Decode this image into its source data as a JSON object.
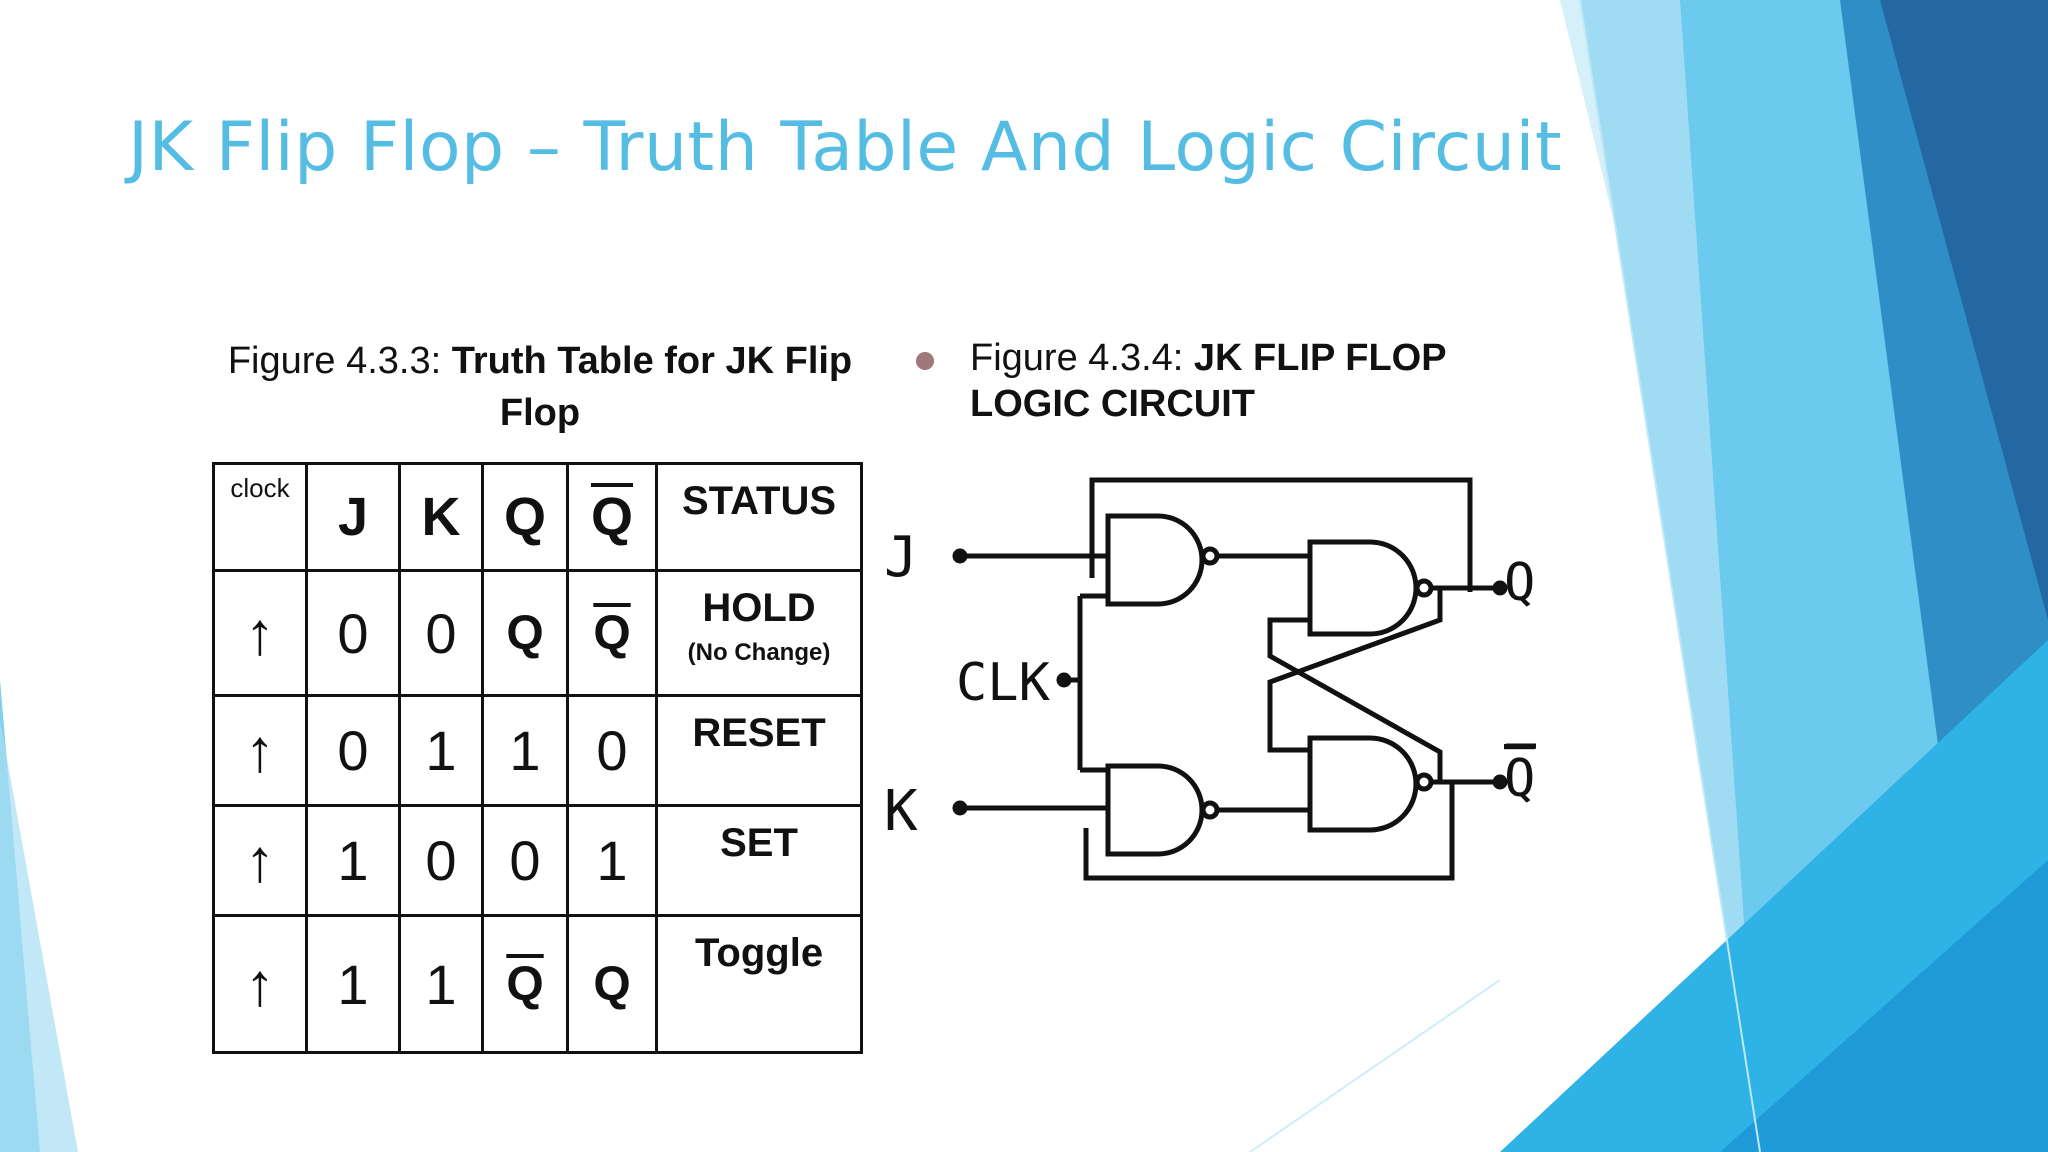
{
  "slide": {
    "title": "JK Flip Flop – Truth Table And Logic Circuit",
    "accent_color": "#55bde3"
  },
  "figure1": {
    "caption_prefix": "Figure 4.3.3: ",
    "caption_bold": "Truth Table for JK Flip Flop"
  },
  "figure2": {
    "caption_prefix": "Figure 4.3.4:  ",
    "caption_bold": "JK FLIP FLOP LOGIC CIRCUIT"
  },
  "truth_table": {
    "headers": {
      "clock": "clock",
      "j": "J",
      "k": "K",
      "q": "Q",
      "qbar": "Q",
      "status": "STATUS"
    },
    "rows": [
      {
        "clock": "↑",
        "j": "0",
        "k": "0",
        "q": "Q",
        "qbar": "Q",
        "status": "HOLD",
        "status_note": "(No Change)"
      },
      {
        "clock": "↑",
        "j": "0",
        "k": "1",
        "q": "1",
        "qbar": "0",
        "status": "RESET",
        "status_note": ""
      },
      {
        "clock": "↑",
        "j": "1",
        "k": "0",
        "q": "0",
        "qbar": "1",
        "status": "SET",
        "status_note": ""
      },
      {
        "clock": "↑",
        "j": "1",
        "k": "1",
        "q": "Q",
        "qbar": "Q",
        "status": "Toggle",
        "status_note": ""
      }
    ]
  },
  "circuit": {
    "labels": {
      "j": "J",
      "clk": "CLK",
      "k": "K",
      "q": "Q",
      "qbar": "Q"
    }
  }
}
